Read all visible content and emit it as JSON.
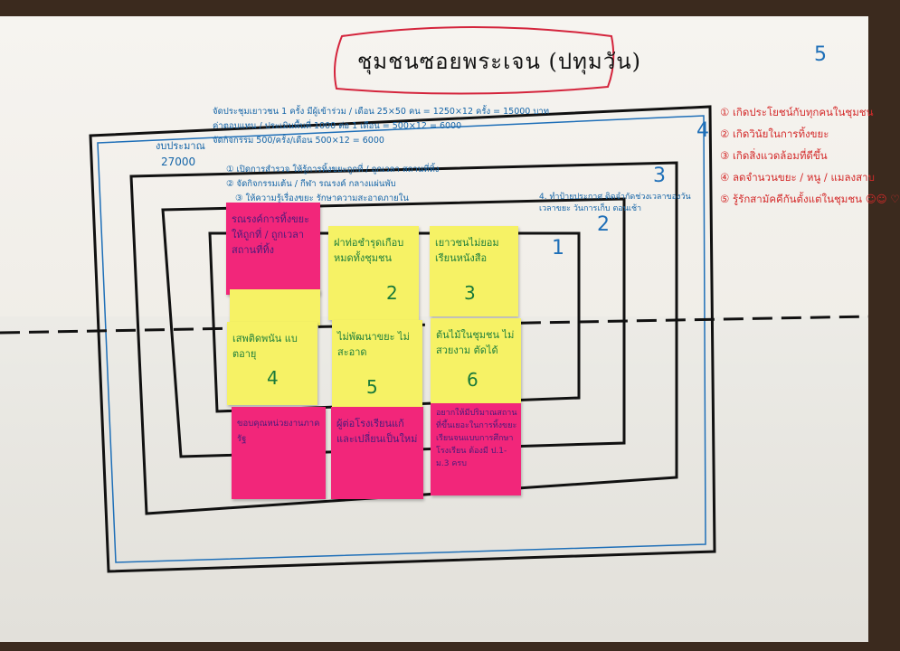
{
  "title": "ชุมชนซอยพระเจน (ปทุมวัน)",
  "page_number": "5",
  "ring_numbers": [
    "1",
    "2",
    "3",
    "4"
  ],
  "budget": {
    "label": "งบประมาณ",
    "amount": "27000",
    "line1": "จัดประชุมเยาวชน 1 ครั้ง มีผู้เข้าร่วม / เดือน 25×50 คน = 1250×12 ครั้ง = 15000 บาท",
    "line2": "ค่าตอบแทน / ประเมินพื้นที่ 1000 ต่อ 1 เดือน = 500×12 = 6000",
    "line3": "จัดกิจกรรม 500/ครั้ง/เดือน 500×12 = 6000"
  },
  "activities": [
    "① เปิดการสำรวจ ให้รู้การทิ้งขยะถูกที่ / ถูกเวลา สถานที่ทิ้ง",
    "② จัดกิจกรรมเต้น / กีฬา รณรงค์ กลางแผ่นพับ",
    "③ ให้ความรู้เรื่องขยะ รักษาความสะอาดภายใน",
    "4. ทำป้ายประกาศ ติดจำกัดช่วงเวลาของวันเวลาขยะ วันการเก็บ ตอนเช้า"
  ],
  "outcomes": [
    "① เกิดประโยชน์กับทุกคนในชุมชน",
    "② เกิดวินัยในการทิ้งขยะ",
    "③ เกิดสิ่งแวดล้อมที่ดีขึ้น",
    "④ ลดจำนวนขยะ / หนู / แมลงสาบ",
    "⑤ รู้รักสามัคคีกันตั้งแต่ในชุมชน ☺☺ ♡"
  ],
  "stickies": [
    {
      "color": "pink",
      "text": "รณรงค์การทิ้งขยะให้ถูกที่ / ถูกเวลา สถานที่ทิ้ง",
      "num": ""
    },
    {
      "color": "yellow",
      "text": "ฝาท่อชำรุดเกือบหมดทั้งชุมชน",
      "num": "2"
    },
    {
      "color": "yellow",
      "text": "เยาวชนไม่ยอมเรียนหนังสือ",
      "num": "3"
    },
    {
      "color": "yellow",
      "text": "เสพติดพนัน แบตอายุ",
      "num": "4"
    },
    {
      "color": "yellow",
      "text": "ไม่พัฒนาขยะ ไม่สะอาด",
      "num": "5"
    },
    {
      "color": "yellow",
      "text": "ต้นไม้ในชุมชน ไม่สวยงาม ตัดได้",
      "num": "6"
    },
    {
      "color": "pink",
      "text": "ขอบคุณหน่วยงานภาครัฐ",
      "num": ""
    },
    {
      "color": "pink",
      "text": "ผู้ต่อโรงเรียนแก้และเปลี่ยนเป็นใหม่",
      "num": ""
    },
    {
      "color": "pink",
      "text": "อยากให้มีปริมาณสถานที่ขึ้นเยอะในการทิ้งขยะ เรียนจนแบบการศึกษา โรงเรียน ต้องมี ป.1-ม.3 ครบ",
      "num": ""
    }
  ],
  "colors": {
    "frame_ink": "#111111",
    "blue_ink": "#1e6fb8",
    "red_ink": "#d42a2a",
    "sticky_yellow": "#f6f265",
    "sticky_pink": "#f2267a"
  }
}
